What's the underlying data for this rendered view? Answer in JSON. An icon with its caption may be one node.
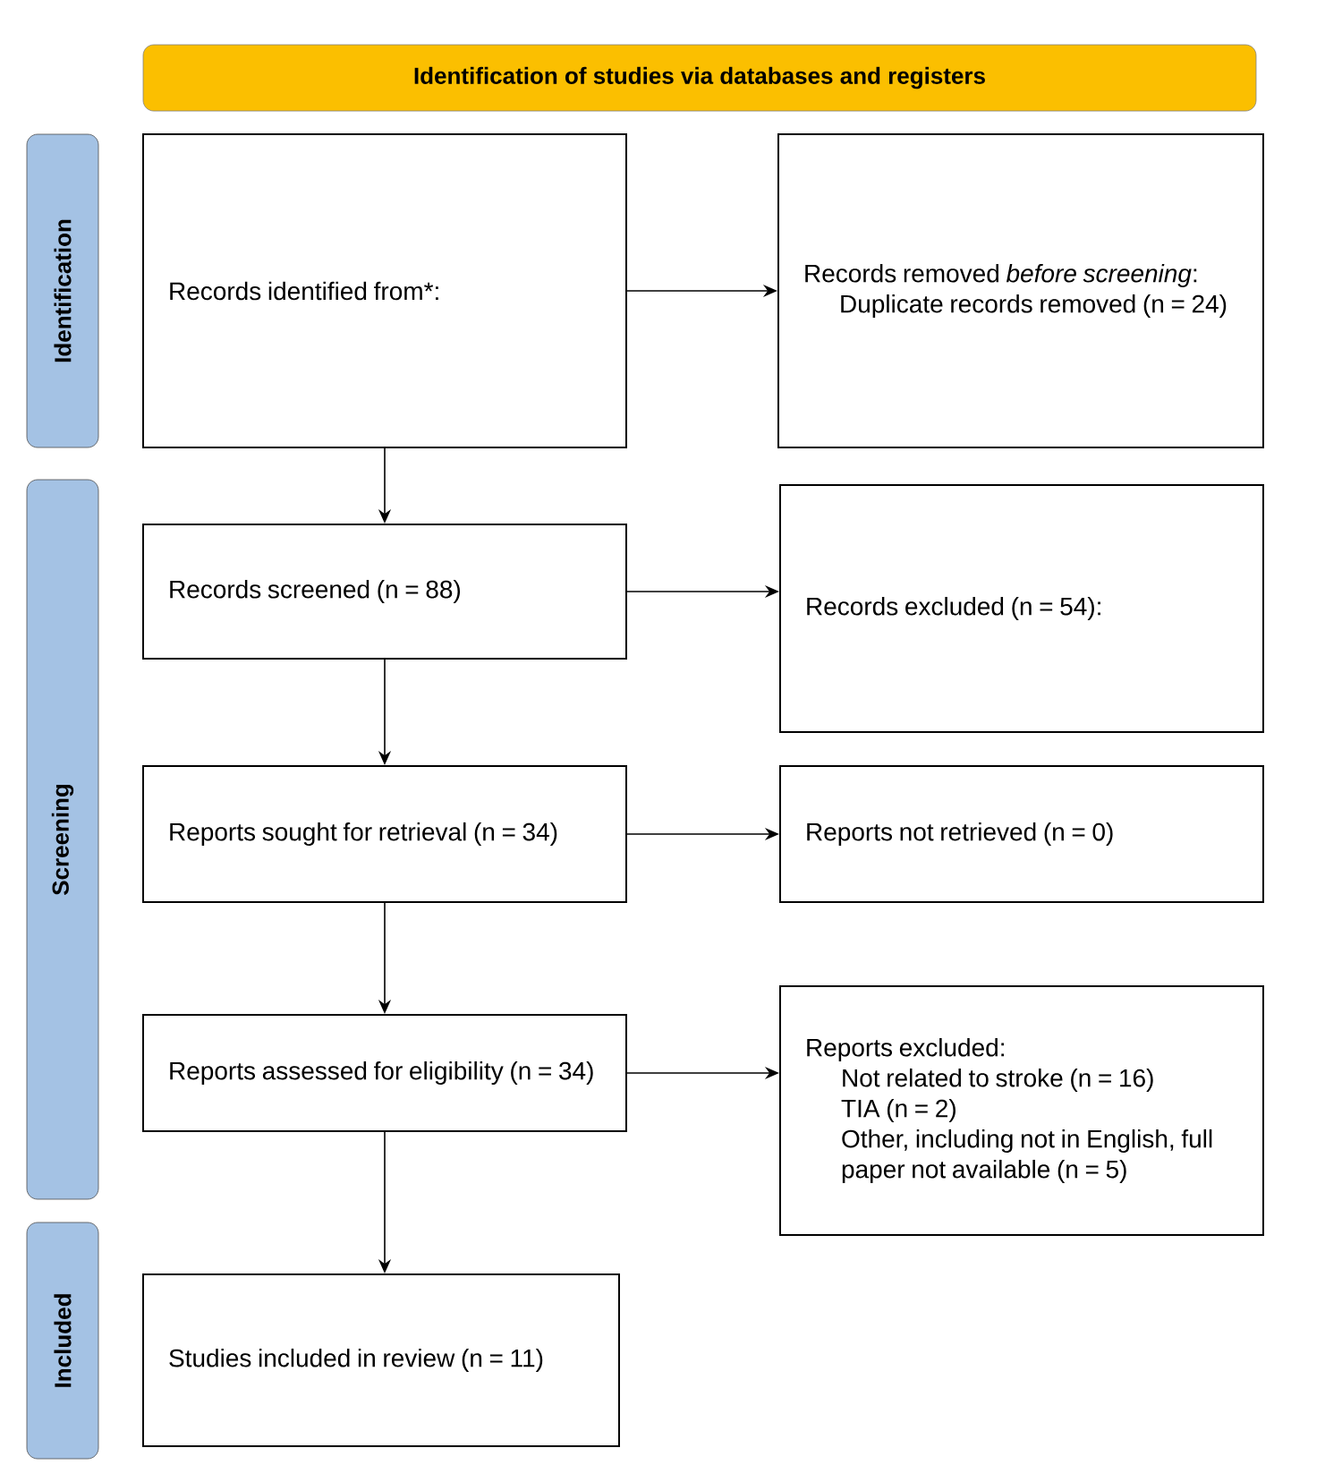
{
  "diagram": {
    "nodes": [
      {
        "text": [
          "Identification of studies via databases and registers"
        ]
      },
      {
        "text": [
          "Identification"
        ]
      },
      {
        "text": [
          "Screening"
        ]
      },
      {
        "text": [
          "Included"
        ]
      },
      {
        "text": [
          "Records identified from*:"
        ]
      },
      {
        "text": [
          "Records removed *before screening*:",
          "Duplicate records removed (n = 24)"
        ]
      },
      {
        "text": [
          "Records screened (n = 88)"
        ]
      },
      {
        "text": [
          "Records excluded (n = 54):"
        ]
      },
      {
        "text": [
          "Reports sought for retrieval (n = 34)"
        ]
      },
      {
        "text": [
          "Reports not retrieved (n = 0)"
        ]
      },
      {
        "text": [
          "Reports assessed for eligibility (n = 34)"
        ]
      },
      {
        "text": [
          "Reports excluded:",
          "Not related to stroke (n = 16)",
          "TIA (n = 2)",
          "Other, including not in English, full paper not available (n = 5)"
        ]
      },
      {
        "text": [
          "Studies included in review (n = 11)"
        ]
      }
    ],
    "edges": [
      {
        "from": 4,
        "to": 5,
        "arrow": "to"
      },
      {
        "from": 4,
        "to": 6,
        "arrow": "to"
      },
      {
        "from": 6,
        "to": 7,
        "arrow": "to"
      },
      {
        "from": 6,
        "to": 8,
        "arrow": "to"
      },
      {
        "from": 8,
        "to": 9,
        "arrow": "to"
      },
      {
        "from": 8,
        "to": 10,
        "arrow": "to"
      },
      {
        "from": 10,
        "to": 11,
        "arrow": "to"
      },
      {
        "from": 10,
        "to": 12,
        "arrow": "to"
      }
    ]
  }
}
